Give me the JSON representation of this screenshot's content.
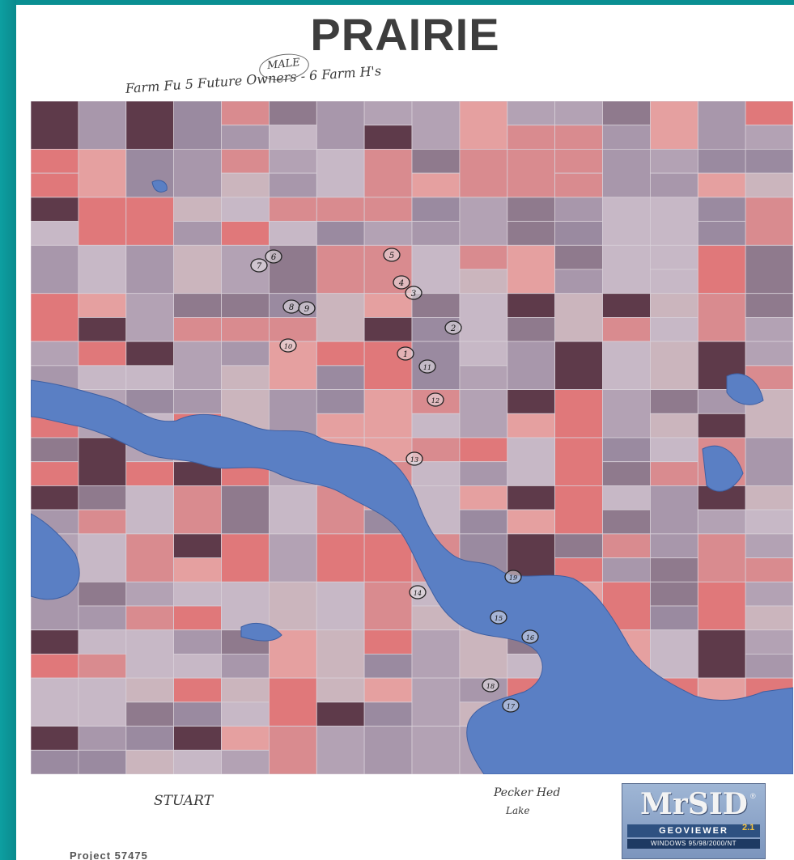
{
  "page": {
    "title": "PRAIRIE",
    "handwritten_header": "Farm Fu 5 Future Owners - 6 Farm H's",
    "handwritten_header_insert": "MALE",
    "handwritten_bottom_left": "STUART",
    "handwritten_bottom_right_line1": "Pecker Hed",
    "handwritten_bottom_right_line2": "Lake",
    "bottom_cutoff_text": "Project 57475"
  },
  "logo": {
    "brand": "MrSID",
    "registered": "®",
    "product": "GEOVIEWER",
    "version": "2.1",
    "platforms": "WINDOWS 95/98/2000/NT"
  },
  "map": {
    "type": "false-color aerial imagery of farmland with a reservoir",
    "water_color": "#5a7fc4",
    "red_field_color": "#e0787a",
    "dark_field_color": "#5e3a4a",
    "light_field_color": "#c7b8c6",
    "markers": [
      {
        "label": "1"
      },
      {
        "label": "2"
      },
      {
        "label": "3"
      },
      {
        "label": "4"
      },
      {
        "label": "5"
      },
      {
        "label": "6"
      },
      {
        "label": "7"
      },
      {
        "label": "8"
      },
      {
        "label": "9"
      },
      {
        "label": "10"
      },
      {
        "label": "11"
      },
      {
        "label": "12"
      },
      {
        "label": "13"
      },
      {
        "label": "14"
      },
      {
        "label": "15"
      },
      {
        "label": "16"
      },
      {
        "label": "17"
      },
      {
        "label": "18"
      },
      {
        "label": "19"
      }
    ]
  }
}
